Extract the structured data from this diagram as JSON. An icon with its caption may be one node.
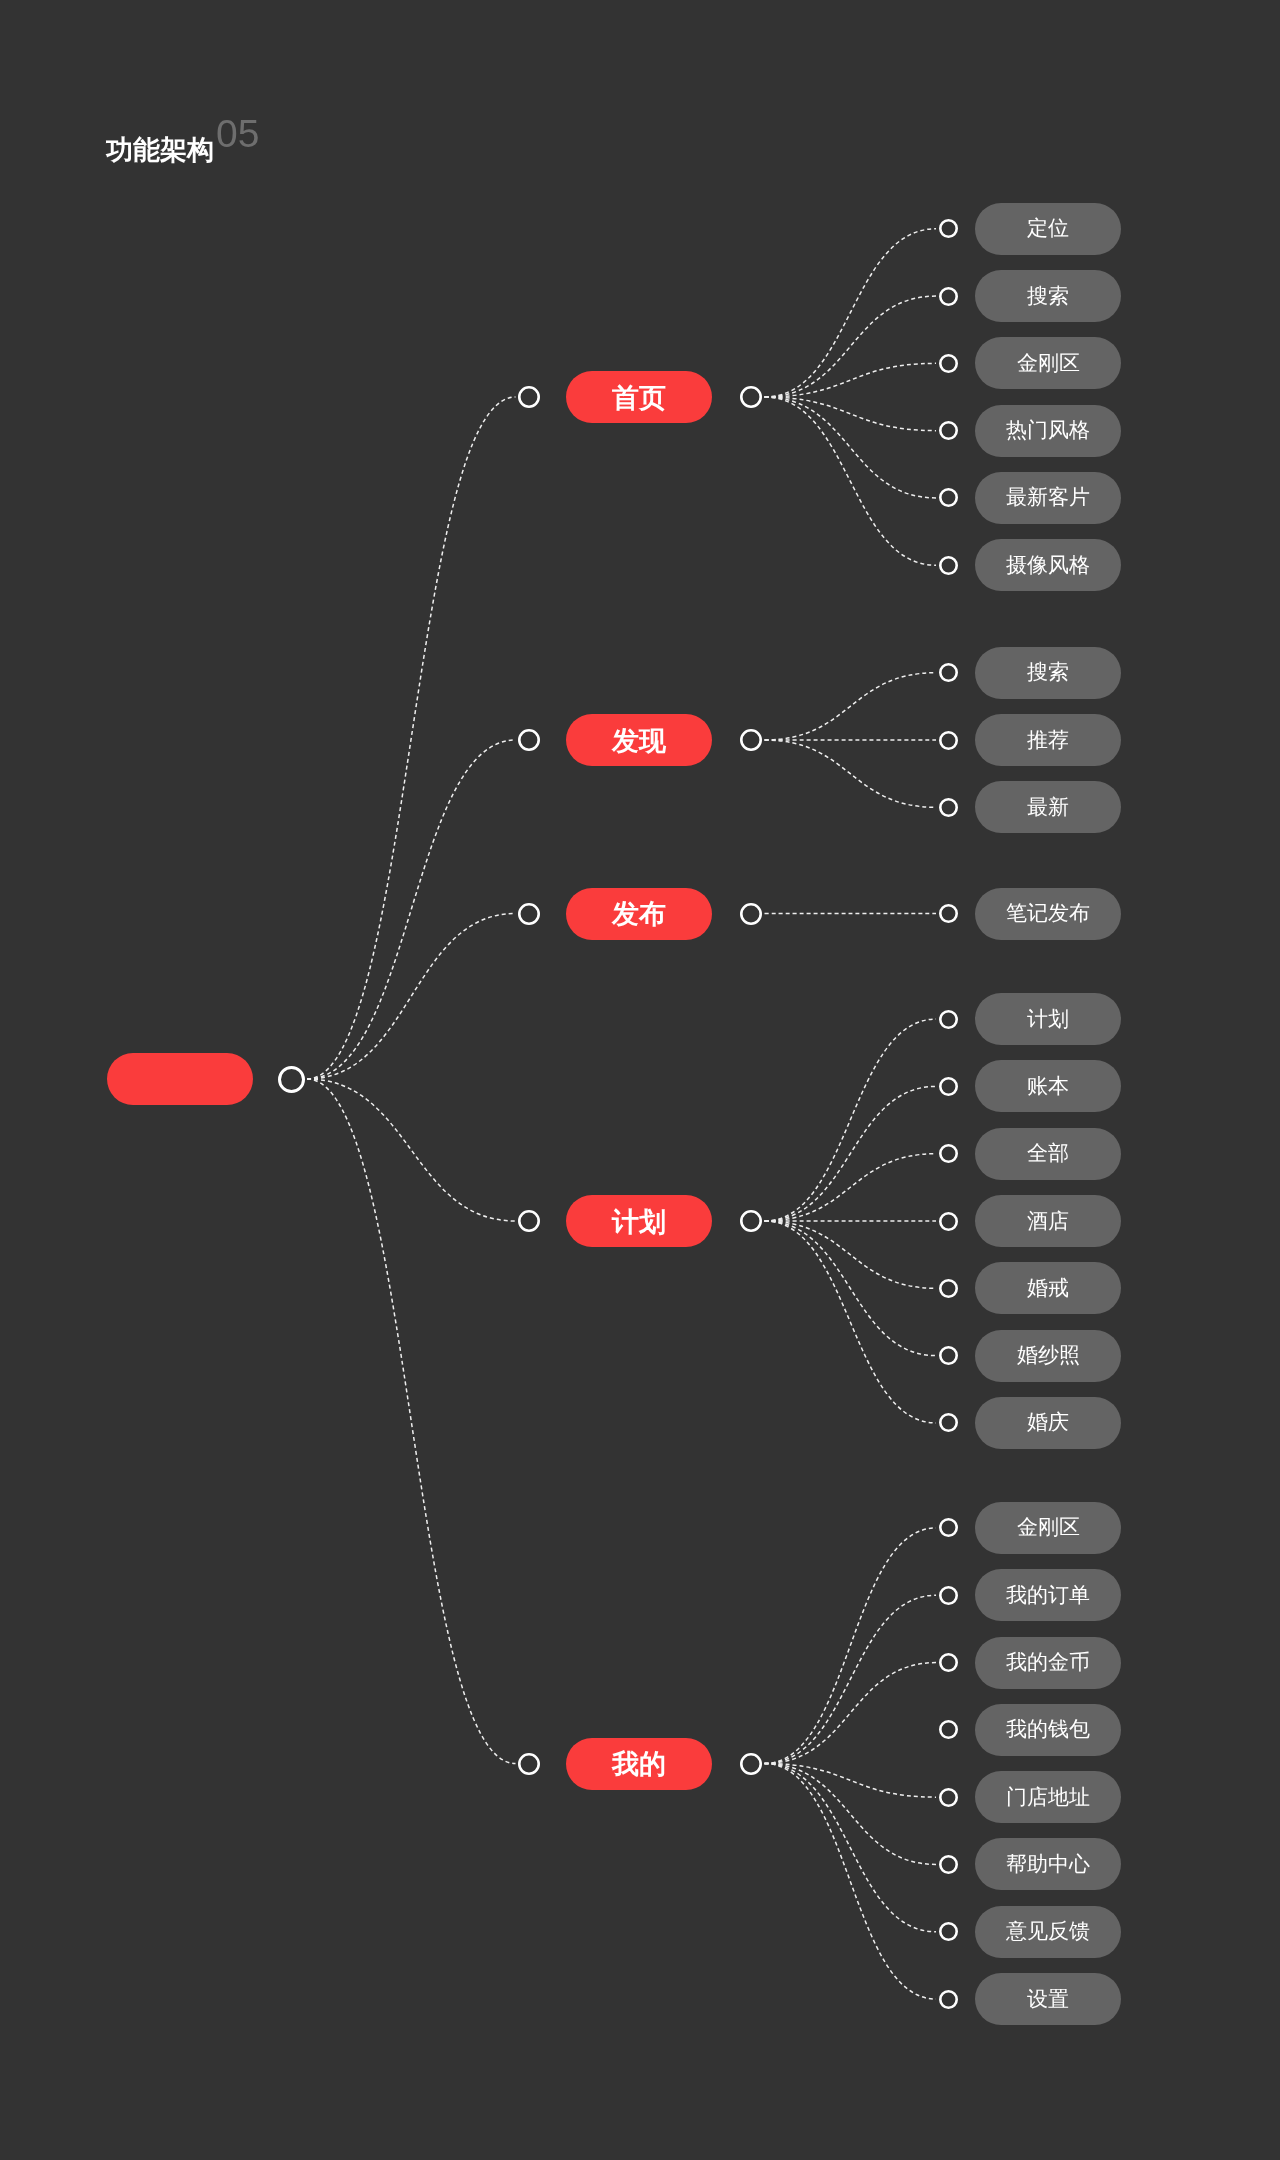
{
  "diagram": {
    "title": "功能架构",
    "nodes": [
      {
        "text": [],
        "shape": "box"
      },
      {
        "text": [],
        "shape": "circle"
      },
      {
        "text": [],
        "shape": "circle"
      },
      {
        "text": [
          "首页"
        ]
      },
      {
        "text": [],
        "shape": "circle"
      },
      {
        "text": [],
        "shape": "circle"
      },
      {
        "text": [
          "定位"
        ]
      },
      {
        "text": [],
        "shape": "circle"
      },
      {
        "text": [
          "搜索"
        ]
      },
      {
        "text": [],
        "shape": "circle"
      },
      {
        "text": [
          "金刚区"
        ]
      },
      {
        "text": [],
        "shape": "circle"
      },
      {
        "text": [
          "热门风格"
        ]
      },
      {
        "text": [],
        "shape": "circle"
      },
      {
        "text": [
          "最新客片"
        ]
      },
      {
        "text": [],
        "shape": "circle"
      },
      {
        "text": [
          "摄像风格"
        ]
      },
      {
        "text": [],
        "shape": "circle"
      },
      {
        "text": [
          "发现"
        ]
      },
      {
        "text": [],
        "shape": "circle"
      },
      {
        "text": [],
        "shape": "circle"
      },
      {
        "text": [
          "搜索"
        ]
      },
      {
        "text": [],
        "shape": "circle"
      },
      {
        "text": [
          "推荐"
        ]
      },
      {
        "text": [],
        "shape": "circle"
      },
      {
        "text": [
          "最新"
        ]
      },
      {
        "text": [],
        "shape": "circle"
      },
      {
        "text": [
          "发布"
        ]
      },
      {
        "text": [],
        "shape": "circle"
      },
      {
        "text": [],
        "shape": "circle"
      },
      {
        "text": [
          "笔记发布"
        ]
      },
      {
        "text": [],
        "shape": "circle"
      },
      {
        "text": [
          "计划"
        ]
      },
      {
        "text": [],
        "shape": "circle"
      },
      {
        "text": [],
        "shape": "circle"
      },
      {
        "text": [
          "计划"
        ]
      },
      {
        "text": [],
        "shape": "circle"
      },
      {
        "text": [
          "账本"
        ]
      },
      {
        "text": [],
        "shape": "circle"
      },
      {
        "text": [
          "全部"
        ]
      },
      {
        "text": [],
        "shape": "circle"
      },
      {
        "text": [
          "酒店"
        ]
      },
      {
        "text": [],
        "shape": "circle"
      },
      {
        "text": [
          "婚戒"
        ]
      },
      {
        "text": [],
        "shape": "circle"
      },
      {
        "text": [
          "婚纱照"
        ]
      },
      {
        "text": [],
        "shape": "circle"
      },
      {
        "text": [
          "婚庆"
        ]
      },
      {
        "text": [],
        "shape": "circle"
      },
      {
        "text": [
          "我的"
        ]
      },
      {
        "text": [],
        "shape": "circle"
      },
      {
        "text": [],
        "shape": "circle"
      },
      {
        "text": [
          "金刚区"
        ]
      },
      {
        "text": [],
        "shape": "circle"
      },
      {
        "text": [
          "我的订单"
        ]
      },
      {
        "text": [],
        "shape": "circle"
      },
      {
        "text": [
          "我的金币"
        ]
      },
      {
        "text": [],
        "shape": "circle"
      },
      {
        "text": [
          "我的钱包"
        ]
      },
      {
        "text": [],
        "shape": "circle"
      },
      {
        "text": [
          "门店地址"
        ]
      },
      {
        "text": [],
        "shape": "circle"
      },
      {
        "text": [
          "帮助中心"
        ]
      },
      {
        "text": [],
        "shape": "circle"
      },
      {
        "text": [
          "意见反馈"
        ]
      },
      {
        "text": [],
        "shape": "circle"
      },
      {
        "text": [
          "设置"
        ]
      }
    ],
    "edges": [
      {
        "from": 1,
        "to": 2,
        "arrow": "none",
        "style": "dashed"
      },
      {
        "from": 1,
        "to": 17,
        "arrow": "none",
        "style": "dashed"
      },
      {
        "from": 1,
        "to": 26,
        "arrow": "none",
        "style": "dashed"
      },
      {
        "from": 1,
        "to": 31,
        "arrow": "none",
        "style": "dashed"
      },
      {
        "from": 1,
        "to": 48,
        "arrow": "none",
        "style": "dashed"
      },
      {
        "from": 4,
        "to": 5,
        "arrow": "none",
        "style": "dashed"
      },
      {
        "from": 4,
        "to": 7,
        "arrow": "none",
        "style": "dashed"
      },
      {
        "from": 4,
        "to": 9,
        "arrow": "none",
        "style": "dashed"
      },
      {
        "from": 4,
        "to": 11,
        "arrow": "none",
        "style": "dashed"
      },
      {
        "from": 4,
        "to": 13,
        "arrow": "none",
        "style": "dashed"
      },
      {
        "from": 4,
        "to": 15,
        "arrow": "none",
        "style": "dashed"
      },
      {
        "from": 19,
        "to": 20,
        "arrow": "none",
        "style": "dashed"
      },
      {
        "from": 19,
        "to": 22,
        "arrow": "none",
        "style": "dashed"
      },
      {
        "from": 19,
        "to": 24,
        "arrow": "none",
        "style": "dashed"
      },
      {
        "from": 28,
        "to": 29,
        "arrow": "none",
        "style": "dashed"
      },
      {
        "from": 33,
        "to": 34,
        "arrow": "none",
        "style": "dashed"
      },
      {
        "from": 33,
        "to": 36,
        "arrow": "none",
        "style": "dashed"
      },
      {
        "from": 33,
        "to": 38,
        "arrow": "none",
        "style": "dashed"
      },
      {
        "from": 33,
        "to": 40,
        "arrow": "none",
        "style": "dashed"
      },
      {
        "from": 33,
        "to": 42,
        "arrow": "none",
        "style": "dashed"
      },
      {
        "from": 33,
        "to": 44,
        "arrow": "none",
        "style": "dashed"
      },
      {
        "from": 33,
        "to": 46,
        "arrow": "none",
        "style": "dashed"
      },
      {
        "from": 50,
        "to": 51,
        "arrow": "none",
        "style": "dashed"
      },
      {
        "from": 50,
        "to": 53,
        "arrow": "none",
        "style": "dashed"
      },
      {
        "from": 50,
        "to": 55,
        "arrow": "none",
        "style": "dashed"
      },
      {
        "from": 50,
        "to": 59,
        "arrow": "none",
        "style": "dashed"
      },
      {
        "from": 50,
        "to": 61,
        "arrow": "none",
        "style": "dashed"
      },
      {
        "from": 50,
        "to": 63,
        "arrow": "none",
        "style": "dashed"
      },
      {
        "from": 50,
        "to": 65,
        "arrow": "none",
        "style": "dashed"
      }
    ],
    "labels": [
      "05"
    ]
  }
}
